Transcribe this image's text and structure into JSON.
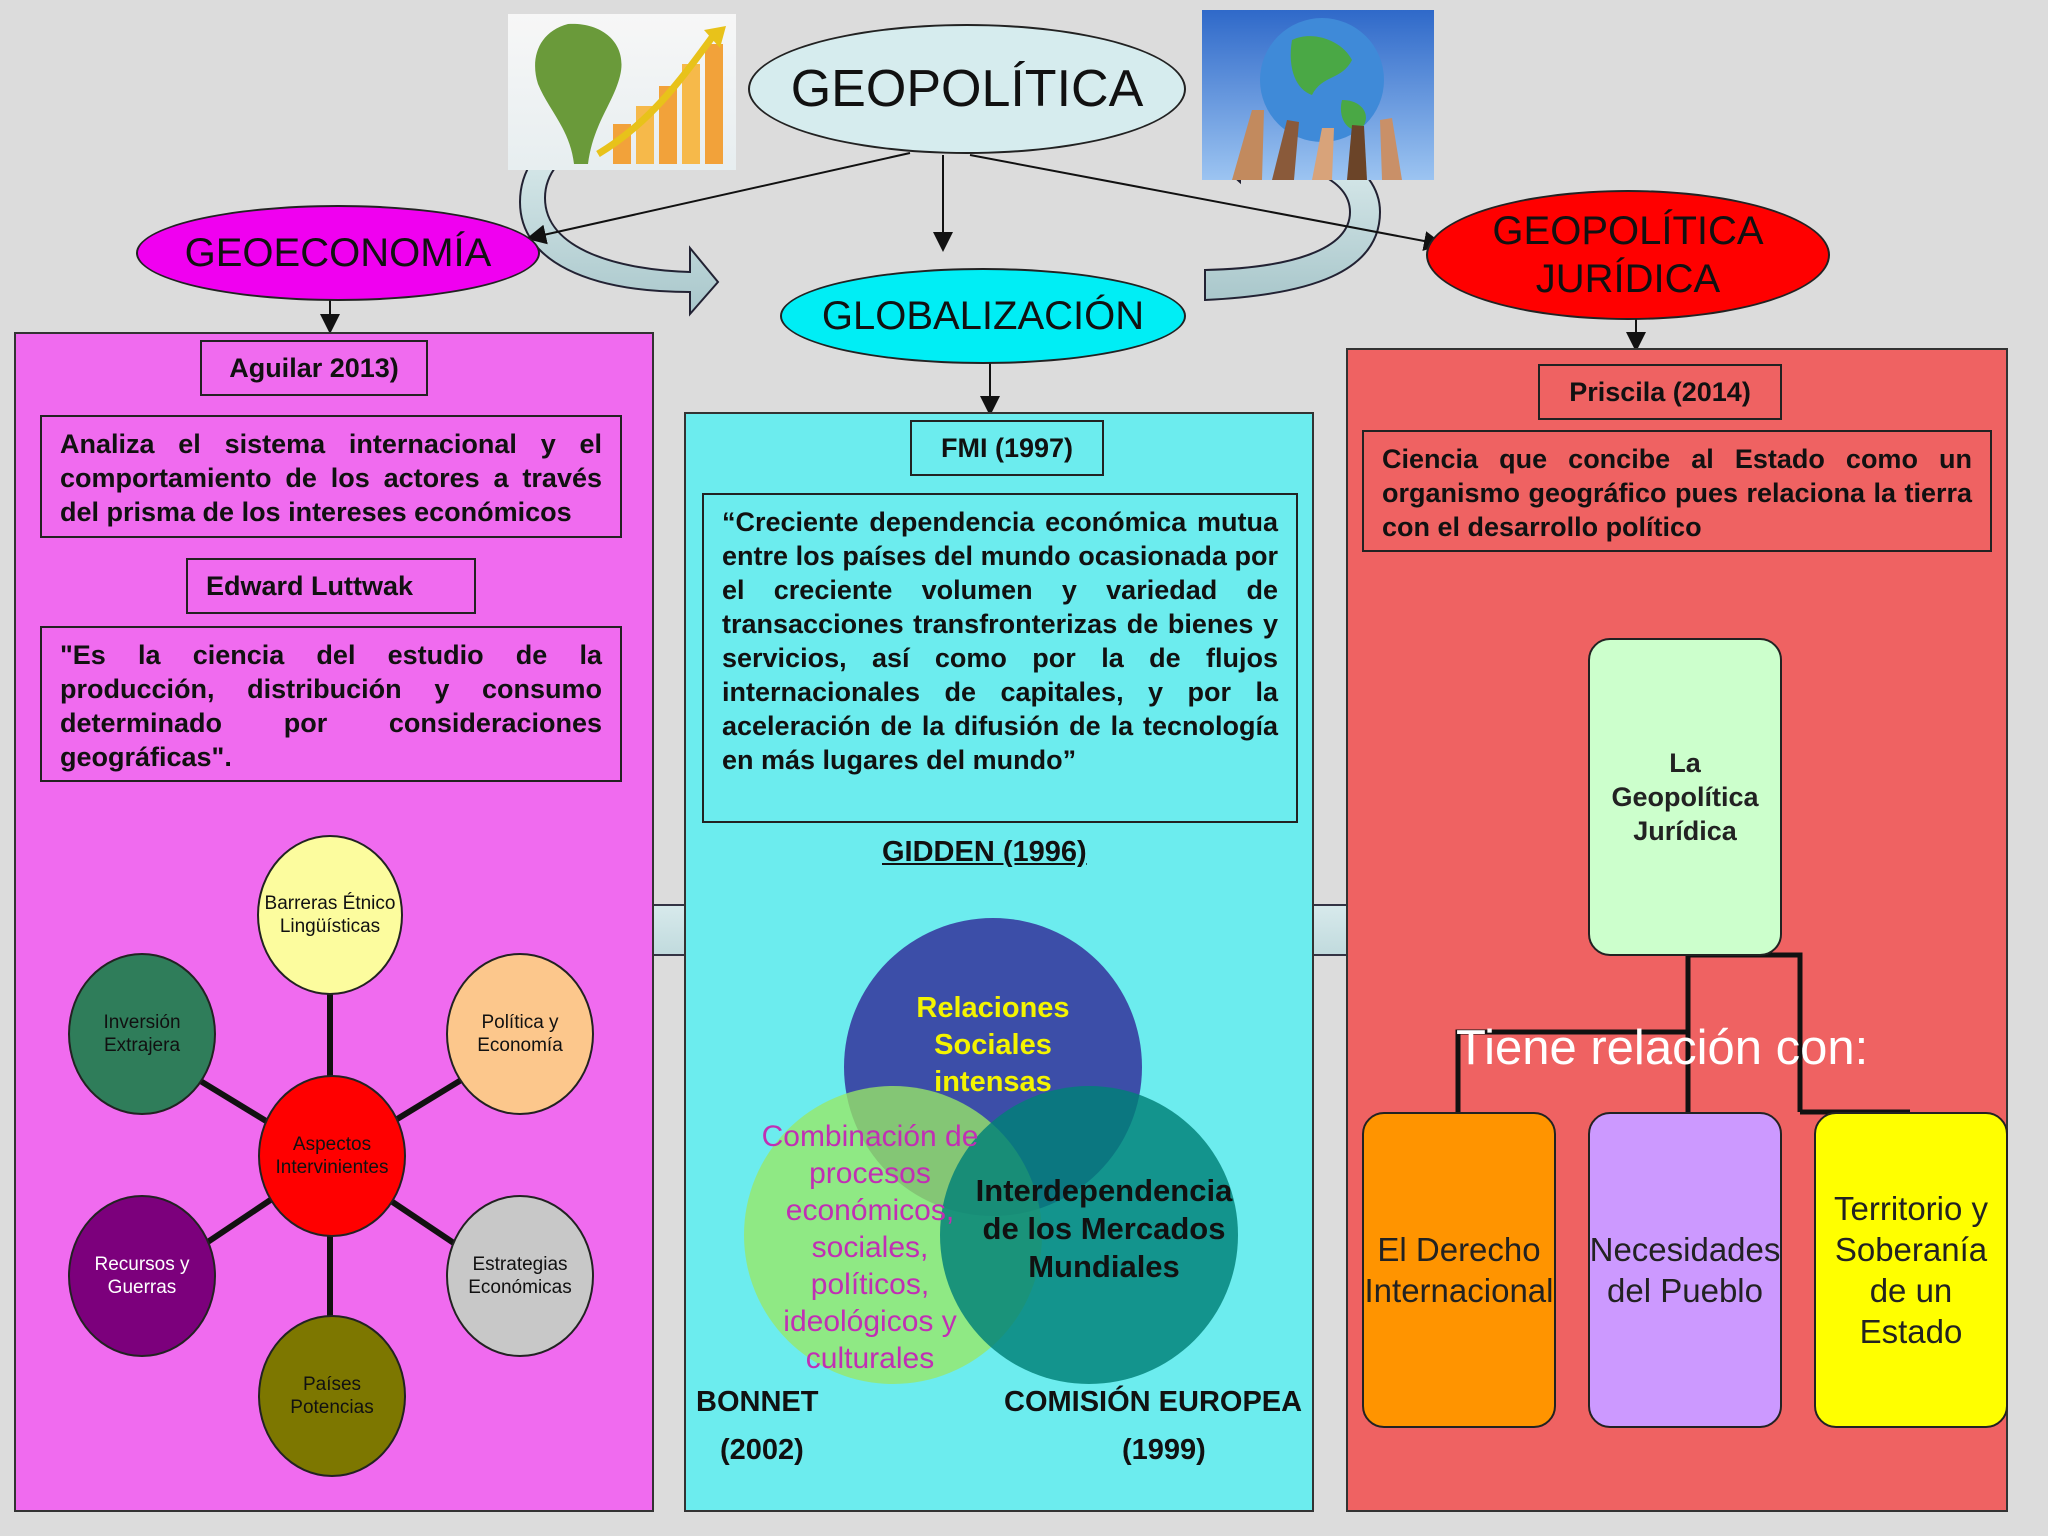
{
  "title": "GEOPOLÍTICA",
  "branches": {
    "left": "GEOECONOMÍA",
    "center": "GLOBALIZACIÓN",
    "right": "GEOPOLÍTICA JURÍDICA"
  },
  "left_panel": {
    "author1": "Aguilar 2013)",
    "def1": "Analiza el sistema internacional y el comportamiento de los actores a través del prisma de los intereses económicos",
    "author2": "Edward Luttwak",
    "def2": "\"Es la ciencia del estudio de la producción, distribución y consumo determinado por consideraciones geográficas\".",
    "hub": "Aspectos Intervinientes",
    "aspects": [
      "Barreras Étnico Lingüísticas",
      "Política y Economía",
      "Estrategias Económicas",
      "Países Potencias",
      "Recursos y Guerras",
      "Inversión Extrajera"
    ]
  },
  "center_panel": {
    "author1": "FMI (1997)",
    "def1": "“Creciente dependencia económica mutua entre los países del mundo ocasionada por el creciente volumen y variedad de transacciones transfronterizas de bienes y servicios, así como por la de flujos internacionales de capitales, y por la aceleración de la difusión de la tecnología en más lugares del mundo”",
    "source2": "GIDDEN (1996)",
    "venn_top": "Relaciones Sociales intensas",
    "venn_left": "Combinación de procesos económicos, sociales, políticos, ideológicos y culturales",
    "venn_right": "Interdependencia de los  Mercados Mundiales",
    "source_left_name": "BONNET",
    "source_left_year": "(2002)",
    "source_right_name": "COMISIÓN EUROPEA",
    "source_right_year": "(1999)"
  },
  "right_panel": {
    "author1": "Priscila (2014)",
    "def1": "Ciencia que concibe al Estado como un organismo geográfico pues relaciona la tierra con el desarrollo político",
    "root": "La Geopolítica Jurídica",
    "relation_label": "Tiene relación con:",
    "children": [
      "El Derecho Internacional",
      "Necesidades del Pueblo",
      "Territorio y Soberanía de un Estado"
    ]
  },
  "colors": {
    "background": "#dcdcdc",
    "magenta": "#f06bef",
    "cyan": "#6cecee",
    "red_panel": "#ef6262",
    "geo_red": "#ff0000",
    "title_ellipse": "#d6ecee"
  }
}
